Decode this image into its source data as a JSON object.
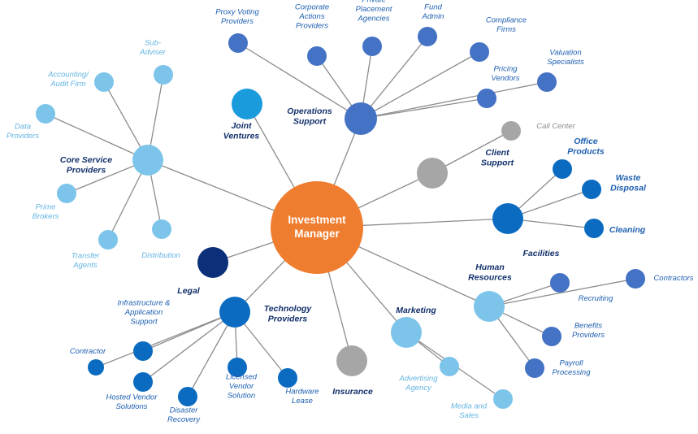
{
  "colors": {
    "center": "#ef7d2f",
    "light_blue": "#7cc4ea",
    "medium_blue": "#4472c4",
    "blue": "#0a6bc1",
    "bright_blue": "#1a9bdc",
    "navy": "#0c2f7a",
    "gray": "#a6a6a6",
    "edge": "#8c8c8c",
    "text_dark": "#12306b",
    "text_blue": "#1d5fb0",
    "text_light": "#64b5e2",
    "text_gray": "#8c8c8c"
  },
  "center": {
    "label": [
      "Investment",
      "Manager"
    ]
  },
  "hubs": {
    "operations_support": {
      "label": [
        "Operations",
        "Support"
      ]
    },
    "joint_ventures": {
      "label": [
        "Joint",
        "Ventures"
      ]
    },
    "core_service_providers": {
      "label": [
        "Core Service",
        "Providers"
      ]
    },
    "client_support": {
      "label": [
        "Client",
        "Support"
      ]
    },
    "facilities": {
      "label": [
        "Facilities"
      ]
    },
    "legal": {
      "label": [
        "Legal"
      ]
    },
    "technology_providers": {
      "label": [
        "Technology",
        "Providers"
      ]
    },
    "insurance": {
      "label": [
        "Insurance"
      ]
    },
    "marketing": {
      "label": [
        "Marketing"
      ]
    },
    "human_resources": {
      "label": [
        "Human",
        "Resources"
      ]
    }
  },
  "leaves": {
    "proxy_voting": {
      "label": [
        "Proxy Voting",
        "Providers"
      ]
    },
    "corporate_actions": {
      "label": [
        "Corporate",
        "Actions",
        "Providers"
      ]
    },
    "private_placement": {
      "label": [
        "Private",
        "Placement",
        "Agencies"
      ]
    },
    "fund_admin": {
      "label": [
        "Fund",
        "Admin"
      ]
    },
    "compliance_firms": {
      "label": [
        "Compliance",
        "Firms"
      ]
    },
    "pricing_vendors": {
      "label": [
        "Pricing",
        "Vendors"
      ]
    },
    "valuation_specialists": {
      "label": [
        "Valuation",
        "Specialists"
      ]
    },
    "sub_adviser": {
      "label": [
        "Sub-",
        "Adviser"
      ]
    },
    "accounting_audit": {
      "label": [
        "Accounting/",
        "Audit Firm"
      ]
    },
    "data_providers": {
      "label": [
        "Data",
        "Providers"
      ]
    },
    "prime_brokers": {
      "label": [
        "Prime",
        "Brokers"
      ]
    },
    "transfer_agents": {
      "label": [
        "Transfer",
        "Agents"
      ]
    },
    "distribution": {
      "label": [
        "Distribution"
      ]
    },
    "call_center": {
      "label": [
        "Call Center"
      ]
    },
    "office_products": {
      "label": [
        "Office",
        "Products"
      ]
    },
    "waste_disposal": {
      "label": [
        "Waste",
        "Disposal"
      ]
    },
    "cleaning": {
      "label": [
        "Cleaning"
      ]
    },
    "contractors": {
      "label": [
        "Contractors"
      ]
    },
    "recruiting": {
      "label": [
        "Recruiting"
      ]
    },
    "benefits_providers": {
      "label": [
        "Benefits",
        "Providers"
      ]
    },
    "payroll_processing": {
      "label": [
        "Payroll",
        "Processing"
      ]
    },
    "advertising_agency": {
      "label": [
        "Advertising",
        "Agency"
      ]
    },
    "media_and_sales": {
      "label": [
        "Media and",
        "Sales"
      ]
    },
    "infrastructure_support": {
      "label": [
        "Infrastructure &",
        "Application",
        "Support"
      ]
    },
    "contractor": {
      "label": [
        "Contractor"
      ]
    },
    "hosted_vendor": {
      "label": [
        "Hosted Vendor",
        "Solutions"
      ]
    },
    "disaster_recovery": {
      "label": [
        "Disaster",
        "Recovery"
      ]
    },
    "licensed_vendor": {
      "label": [
        "Licensed",
        "Vendor",
        "Solution"
      ]
    },
    "hardware_lease": {
      "label": [
        "Hardware",
        "Lease"
      ]
    }
  }
}
